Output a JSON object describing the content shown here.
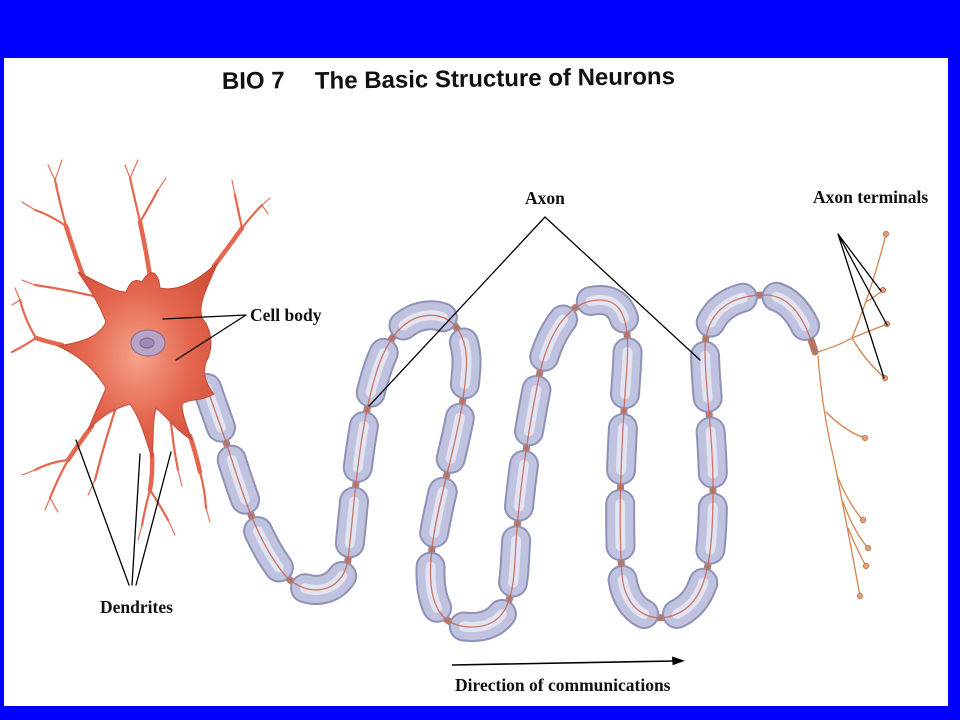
{
  "slide": {
    "course_code": "BIO 7",
    "title": "The Basic Structure of Neurons"
  },
  "diagram": {
    "labels": {
      "axon": "Axon",
      "axon_terminals": "Axon terminals",
      "cell_body": "Cell body",
      "dendrites": "Dendrites",
      "direction": "Direction of communications"
    }
  },
  "colors": {
    "frame": "#0000ff",
    "content_background": "#ffffff",
    "cell_body": "#e4664e",
    "myelin_sheath": "#bfc3df",
    "axon_core": "#c8644c",
    "label_text": "#111111"
  }
}
